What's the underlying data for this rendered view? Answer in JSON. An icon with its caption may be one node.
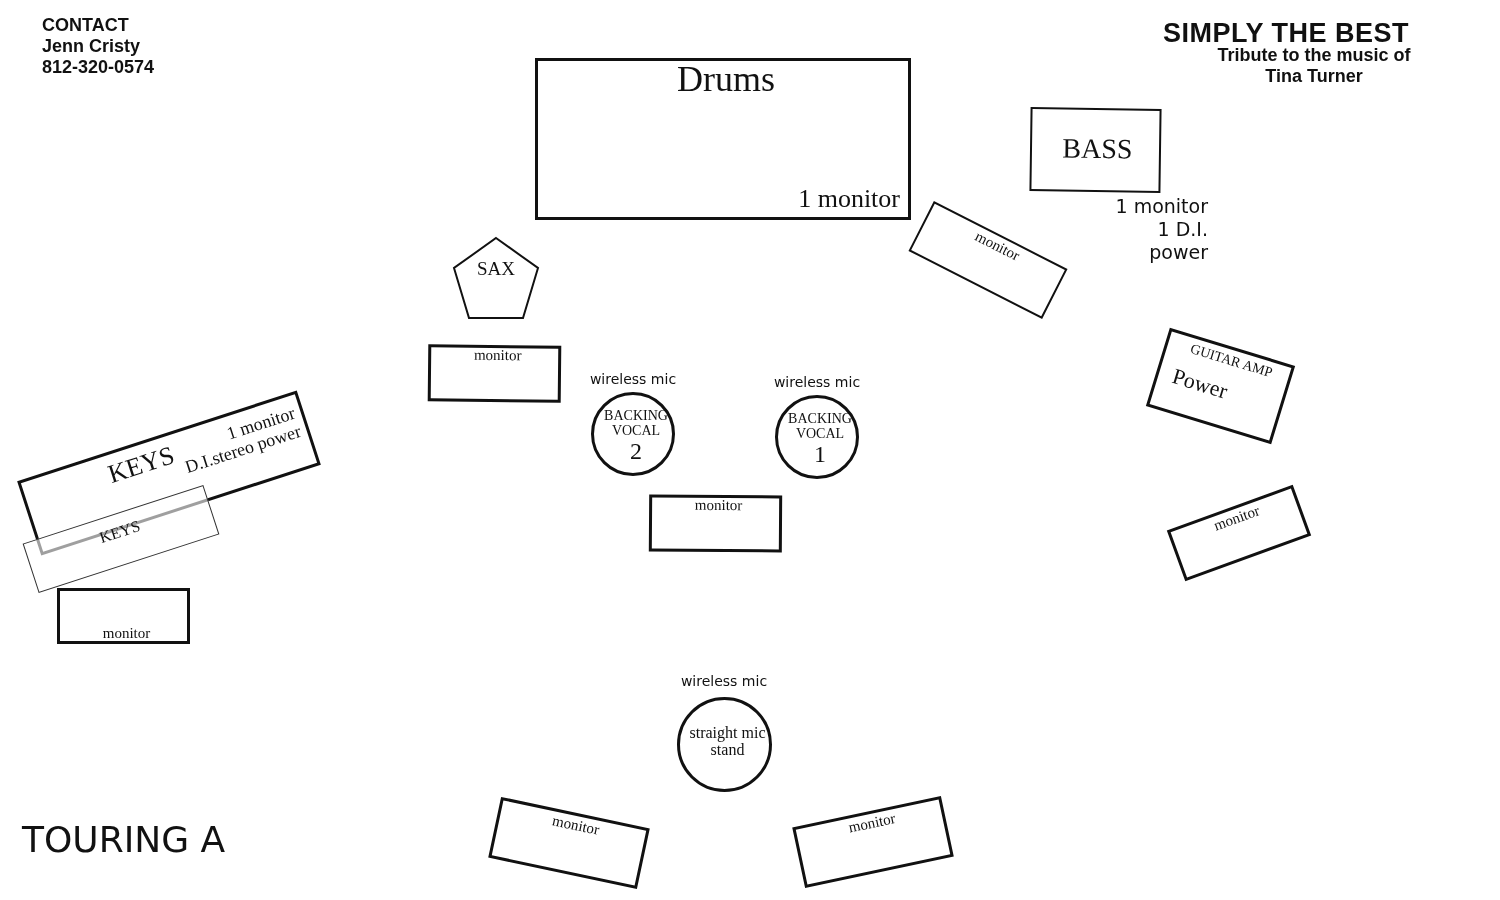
{
  "diagram": {
    "title": "SIMPLY THE BEST",
    "nodes": [
      {
        "text": [
          "Drums",
          "1 monitor"
        ]
      },
      {
        "text": [
          "BASS"
        ],
        "beside": [
          "1 monitor 1 D.I. power"
        ]
      },
      {
        "text": [
          "monitor"
        ]
      },
      {
        "text": [
          "SAX"
        ]
      },
      {
        "text": [
          "monitor"
        ]
      },
      {
        "text": [
          "BACKING VOCAL",
          "2"
        ],
        "beside": [
          "wireless mic"
        ]
      },
      {
        "text": [
          "BACKING VOCAL",
          "1"
        ],
        "beside": [
          "wireless mic"
        ]
      },
      {
        "text": [
          "KEYS",
          "1 monitor D.I.stereo power"
        ]
      },
      {
        "text": [
          "KEYS"
        ]
      },
      {
        "text": [
          "monitor"
        ]
      },
      {
        "text": [
          "monitor"
        ]
      },
      {
        "text": [
          "GUITAR AMP",
          "Power"
        ]
      },
      {
        "text": [
          "monitor"
        ]
      },
      {
        "text": [
          "straight mic stand"
        ],
        "beside": [
          "wireless mic"
        ]
      },
      {
        "text": [
          "monitor"
        ]
      },
      {
        "text": [
          "monitor"
        ]
      }
    ],
    "labels": [
      "Tribute to the music of Tina Turner",
      "CONTACT",
      "Jenn Cristy",
      "812-320-0574",
      "TOURING A"
    ]
  }
}
